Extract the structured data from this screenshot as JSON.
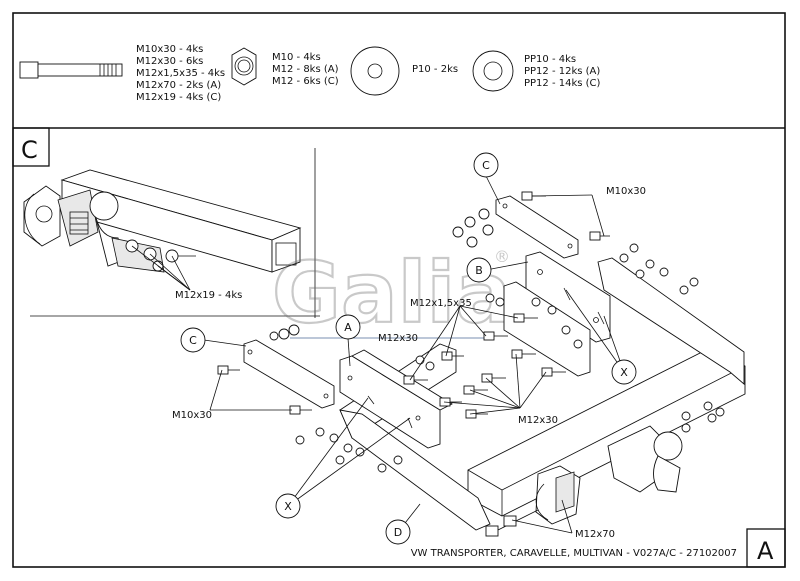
{
  "legend": {
    "bolts": [
      "M10x30 - 4ks",
      "M12x30 - 6ks",
      "M12x1,5x35 - 4ks",
      "M12x70 - 2ks (A)",
      "M12x19 - 4ks (C)"
    ],
    "nuts": [
      "M10 - 4ks",
      "M12 - 8ks (A)",
      "M12 - 6ks (C)"
    ],
    "washer_p": [
      "P10 - 2ks"
    ],
    "washer_pp": [
      "PP10 - 4ks",
      "PP12 - 12ks (A)",
      "PP12 - 14ks (C)"
    ]
  },
  "inset": {
    "letter": "C",
    "bolt_label": "M12x19 - 4ks"
  },
  "main": {
    "corner_letter": "A",
    "markers": {
      "c_top": "C",
      "b": "B",
      "a": "A",
      "c_left": "C",
      "x_right": "X",
      "x_left": "X",
      "d": "D"
    },
    "labels": {
      "m10x30_top": "M10x30",
      "m12x15x35": "M12x1,5x35",
      "m12x30_top": "M12x30",
      "m10x30_left": "M10x30",
      "m12x30_right": "M12x30",
      "m12x70": "M12x70"
    },
    "footer": "VW TRANSPORTER, CARAVELLE, MULTIVAN - V027A/C - 27102007"
  },
  "watermark": {
    "text": "Galia",
    "mark": "®"
  }
}
